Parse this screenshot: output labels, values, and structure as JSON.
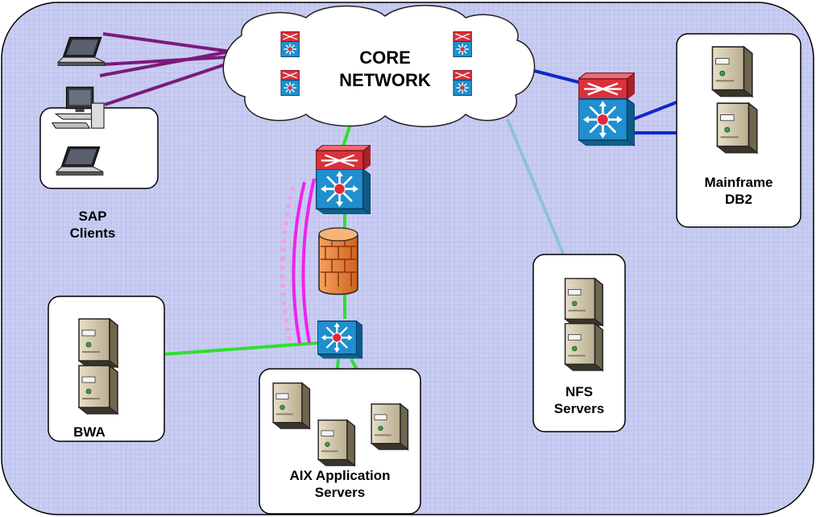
{
  "core_network": {
    "line1": "CORE",
    "line2": "NETWORK"
  },
  "sap_clients": {
    "line1": "SAP",
    "line2": "Clients"
  },
  "mainframe": {
    "line1": "Mainframe",
    "line2": "DB2"
  },
  "nfs": {
    "line1": "NFS",
    "line2": "Servers"
  },
  "bwa": {
    "label": "BWA"
  },
  "aix": {
    "line1": "AIX Application",
    "line2": "Servers"
  },
  "colors": {
    "background": "#c9cdf2",
    "grid": "#aeb3e6",
    "client_links": "#7a1a7a",
    "mainframe_links": "#1228c8",
    "nfs_link": "#8fc3cf",
    "green_links": "#2ee02e",
    "magenta_links": "#ee22ee",
    "switch_blue": "#1f8fcf",
    "switch_red": "#d8323c",
    "firewall": "#e8833a"
  }
}
